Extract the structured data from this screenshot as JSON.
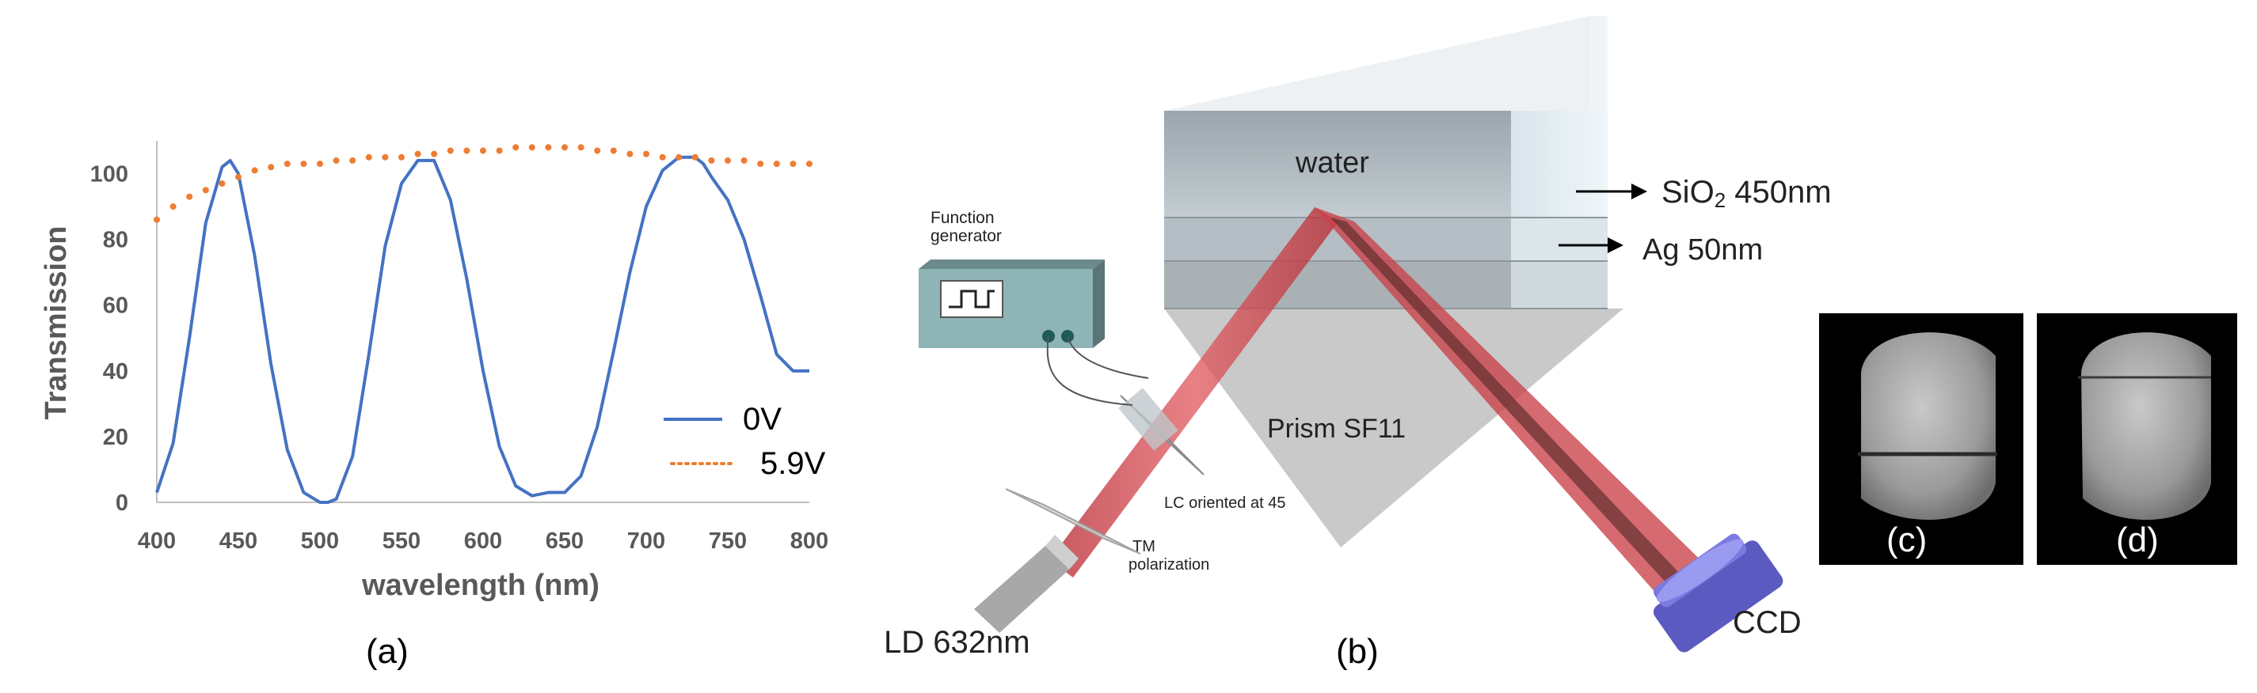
{
  "panel_labels": {
    "a": "(a)",
    "b": "(b)",
    "c": "(c)",
    "d": "(d)"
  },
  "chart_data": {
    "type": "line",
    "title": "",
    "xlabel": "wavelength (nm)",
    "ylabel": "Transmission",
    "xlim": [
      400,
      800
    ],
    "ylim": [
      0,
      110
    ],
    "x_ticks": [
      400,
      450,
      500,
      550,
      600,
      650,
      700,
      750,
      800
    ],
    "y_ticks": [
      0,
      20,
      40,
      60,
      80,
      100
    ],
    "grid": false,
    "legend_position": "right",
    "colors": {
      "0V": "#4472c4",
      "5.9V": "#ed7d31"
    },
    "series": [
      {
        "name": "0V",
        "style": "solid",
        "x": [
          400,
          410,
          420,
          430,
          440,
          445,
          450,
          460,
          470,
          480,
          490,
          500,
          505,
          510,
          520,
          530,
          540,
          550,
          560,
          570,
          580,
          590,
          600,
          610,
          620,
          630,
          640,
          650,
          660,
          670,
          680,
          690,
          700,
          710,
          720,
          730,
          735,
          740,
          750,
          760,
          770,
          780,
          790,
          800
        ],
        "y": [
          3,
          18,
          50,
          85,
          102,
          104,
          100,
          75,
          42,
          16,
          3,
          0,
          0,
          1,
          14,
          45,
          78,
          97,
          104,
          104,
          92,
          68,
          40,
          17,
          5,
          2,
          3,
          3,
          8,
          23,
          46,
          70,
          90,
          101,
          105,
          105,
          103,
          99,
          92,
          80,
          63,
          45,
          40,
          40
        ]
      },
      {
        "name": "5.9V",
        "style": "dotted",
        "x": [
          400,
          410,
          420,
          430,
          440,
          450,
          460,
          470,
          480,
          490,
          500,
          510,
          520,
          530,
          540,
          550,
          560,
          570,
          580,
          590,
          600,
          610,
          620,
          630,
          640,
          650,
          660,
          670,
          680,
          690,
          700,
          710,
          720,
          730,
          740,
          750,
          760,
          770,
          780,
          790,
          800
        ],
        "y": [
          86,
          90,
          93,
          95,
          97,
          99,
          101,
          102,
          103,
          103,
          103,
          104,
          104,
          105,
          105,
          105,
          106,
          106,
          107,
          107,
          107,
          107,
          108,
          108,
          108,
          108,
          108,
          107,
          107,
          106,
          106,
          105,
          105,
          105,
          104,
          104,
          104,
          103,
          103,
          103,
          103
        ]
      }
    ]
  },
  "diagram": {
    "water": "water",
    "sio2_prefix": "SiO",
    "sio2_sub": "2",
    "sio2_suffix": " 450nm",
    "ag": "Ag 50nm",
    "function_gen_line1": "Function",
    "function_gen_line2": "generator",
    "prism": "Prism SF11",
    "lc": "LC oriented at 45",
    "tm_line1": "TM",
    "tm_line2": "polarization",
    "laser": "LD 632nm",
    "ccd": "CCD"
  }
}
